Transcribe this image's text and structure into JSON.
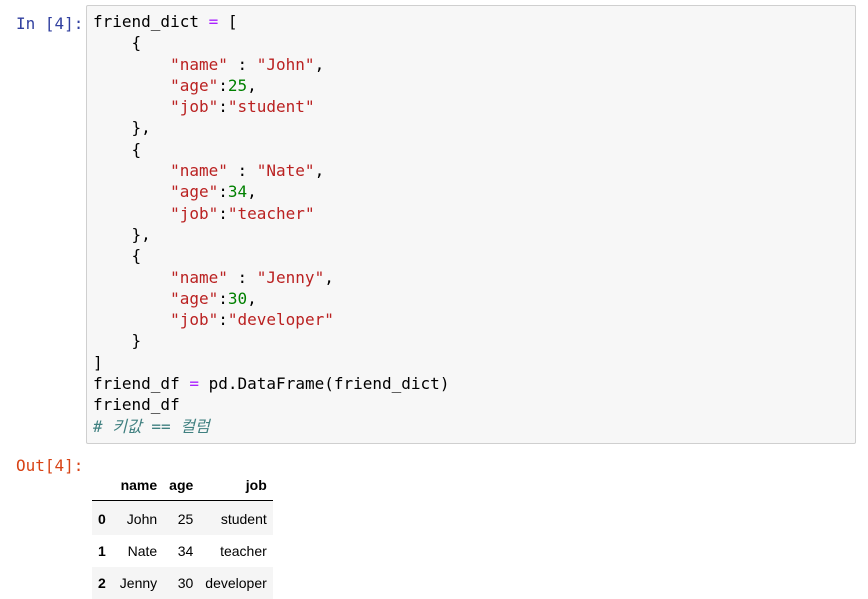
{
  "cell": {
    "in_prompt": "In [4]:",
    "out_prompt": "Out[4]:",
    "code": {
      "var_dict": "friend_dict",
      "eq": "=",
      "open_bracket": "[",
      "close_bracket": "]",
      "records": [
        {
          "name": "\"John\"",
          "age": "25",
          "job": "\"student\""
        },
        {
          "name": "\"Nate\"",
          "age": "34",
          "job": "\"teacher\""
        },
        {
          "name": "\"Jenny\"",
          "age": "30",
          "job": "\"developer\""
        }
      ],
      "key_name": "\"name\"",
      "key_age": "\"age\"",
      "key_job": "\"job\"",
      "var_df": "friend_df",
      "call": "pd.DataFrame(friend_dict)",
      "expr": "friend_df",
      "comment": "# 키값 == 컬럼"
    }
  },
  "output_table": {
    "columns": [
      "name",
      "age",
      "job"
    ],
    "rows": [
      {
        "index": "0",
        "name": "John",
        "age": "25",
        "job": "student"
      },
      {
        "index": "1",
        "name": "Nate",
        "age": "34",
        "job": "teacher"
      },
      {
        "index": "2",
        "name": "Jenny",
        "age": "30",
        "job": "developer"
      }
    ]
  }
}
